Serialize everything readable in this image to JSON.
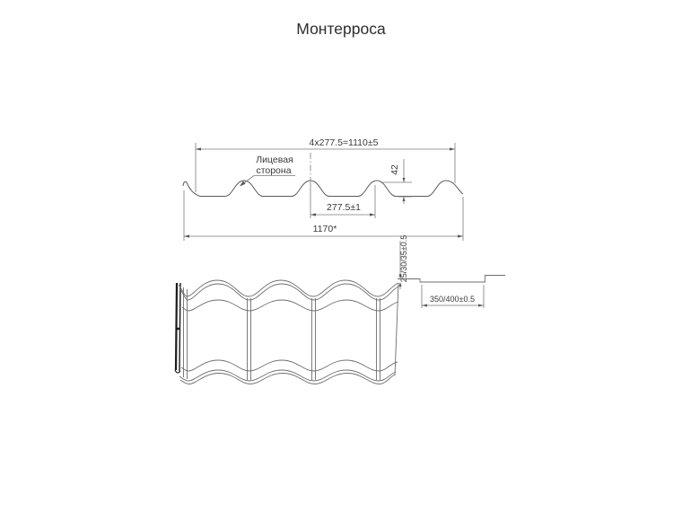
{
  "title": "Монтерроса",
  "cross_section": {
    "working_width_dim": "4x277.5=1110±5",
    "face_side_line1": "Лицевая",
    "face_side_line2": "сторона",
    "wave_height_dim": "42",
    "wave_step_dim": "277.5±1",
    "total_width_dim": "1170*"
  },
  "step_detail": {
    "step_height_dim": "25/30/35±0.5",
    "module_length_dim": "350/400±0.5"
  },
  "colors": {
    "background": "#ffffff",
    "drawing_line": "#5a5a5a",
    "dimension_line": "#7a7a7a",
    "text": "#3a3a3a",
    "sheet_edge": "#1c1c1c"
  }
}
